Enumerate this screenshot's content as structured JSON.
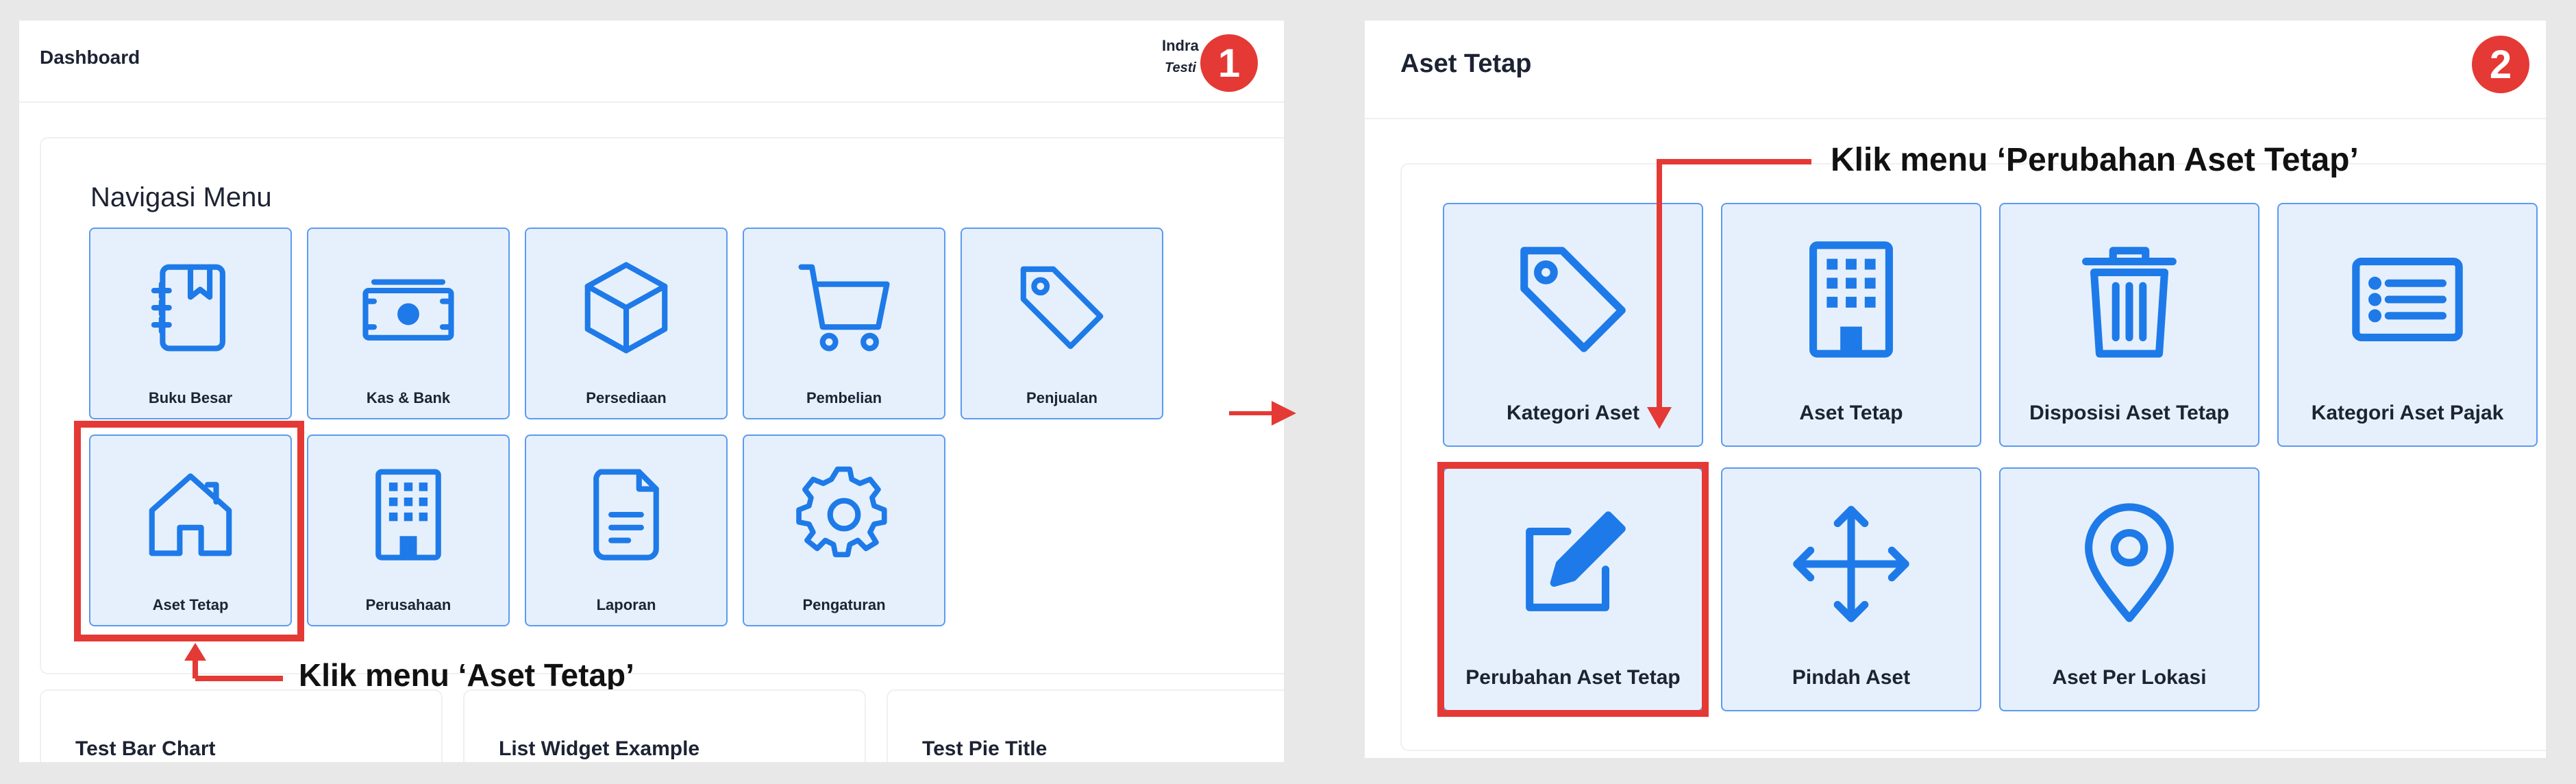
{
  "screen1": {
    "header_title": "Dashboard",
    "user_name": "Indra",
    "user_company": "Testi",
    "step_number": "1",
    "section_title": "Navigasi Menu",
    "tiles": [
      {
        "label": "Buku Besar",
        "icon": "ledger-book-icon"
      },
      {
        "label": "Kas & Bank",
        "icon": "banknote-icon"
      },
      {
        "label": "Persediaan",
        "icon": "box-icon"
      },
      {
        "label": "Pembelian",
        "icon": "shopping-cart-icon"
      },
      {
        "label": "Penjualan",
        "icon": "price-tag-icon"
      },
      {
        "label": "Aset Tetap",
        "icon": "house-icon"
      },
      {
        "label": "Perusahaan",
        "icon": "building-icon"
      },
      {
        "label": "Laporan",
        "icon": "document-icon"
      },
      {
        "label": "Pengaturan",
        "icon": "gear-icon"
      }
    ],
    "callout": "Klik menu ‘Aset Tetap’",
    "widgets": [
      {
        "title": "Test Bar Chart"
      },
      {
        "title": "List Widget Example"
      },
      {
        "title": "Test Pie Title"
      }
    ]
  },
  "screen2": {
    "header_title": "Aset Tetap",
    "step_number": "2",
    "callout": "Klik menu ‘Perubahan Aset Tetap’",
    "tiles": [
      {
        "label": "Kategori Aset",
        "icon": "price-tag-icon"
      },
      {
        "label": "Aset Tetap",
        "icon": "building-icon"
      },
      {
        "label": "Disposisi Aset Tetap",
        "icon": "trash-icon"
      },
      {
        "label": "Kategori Aset Pajak",
        "icon": "list-icon"
      },
      {
        "label": "Perubahan Aset Tetap",
        "icon": "edit-icon"
      },
      {
        "label": "Pindah Aset",
        "icon": "move-arrows-icon"
      },
      {
        "label": "Aset Per Lokasi",
        "icon": "map-pin-icon"
      }
    ]
  },
  "colors": {
    "accent": "#1e7ae8",
    "tile_bg": "#e6f0fd",
    "tile_border": "#5c9bf0",
    "highlight": "#e53935"
  }
}
